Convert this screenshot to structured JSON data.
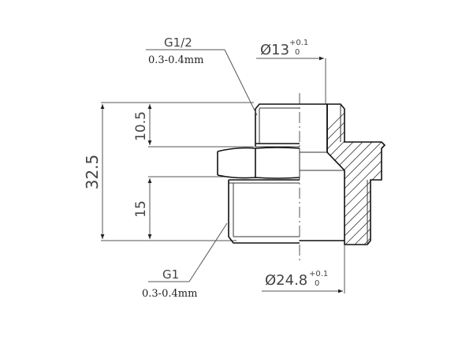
{
  "drawing": {
    "type": "pipe reducer bushing cross-section",
    "top_thread": {
      "name": "G1/2",
      "tolerance": "0.3-0.4mm"
    },
    "bottom_thread": {
      "name": "G1",
      "tolerance": "0.3-0.4mm"
    },
    "diameters": [
      {
        "symbol": "Ø",
        "value": "13",
        "upper": "+0.1",
        "lower": "0"
      },
      {
        "symbol": "Ø",
        "value": "24.8",
        "upper": "+0.1",
        "lower": "0"
      }
    ],
    "dimensions": {
      "overall_height": "32.5",
      "top_thread_length": "10.5",
      "bottom_thread_length": "15"
    }
  }
}
